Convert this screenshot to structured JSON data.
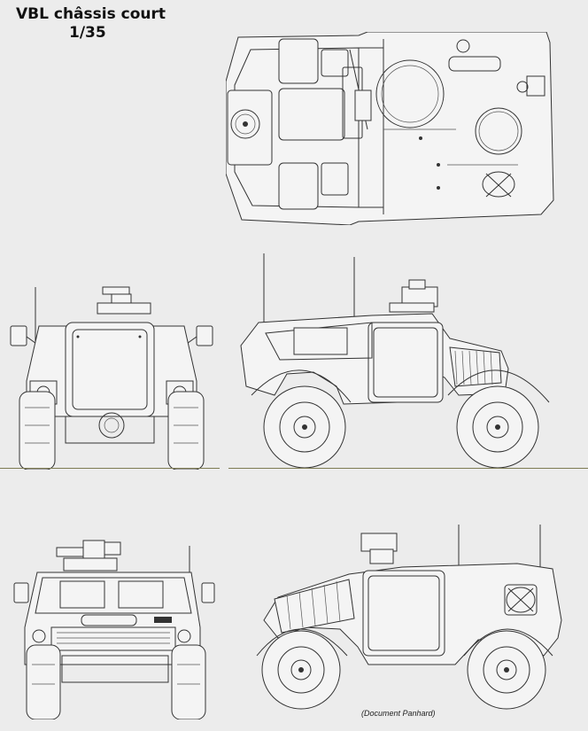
{
  "title": "VBL châssis court",
  "scale": "1/35",
  "credit": "(Document Panhard)",
  "colors": {
    "background": "#ececec",
    "line": "#333333",
    "ground_line": "#7d7b52"
  }
}
